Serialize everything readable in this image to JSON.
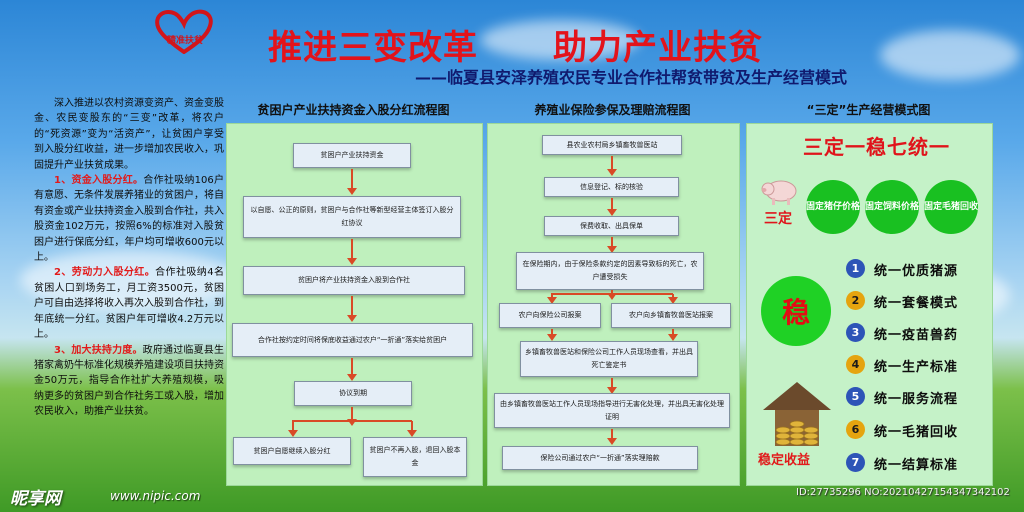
{
  "header": {
    "logo_text": "精准扶贫",
    "title_left": "推进三变改革",
    "title_right": "助力产业扶贫",
    "subtitle": "——临夏县安泽养殖农民专业合作社帮贫带贫及生产经营模式"
  },
  "intro": {
    "p1": "深入推进以农村资源变资产、资金变股金、农民变股东的“三变”改革，将农户的“死资源”变为“活资产”，让贫困户享受到入股分红收益，进一步增加农民收入，巩固提升产业扶贫成果。",
    "p2_head": "1、资金入股分红。",
    "p2": "合作社吸纳106户有意愿、无条件发展养猪业的贫困户，将自有资金或产业扶持资金入股到合作社，共入股资金102万元，按照6%的标准对入股贫困户进行保底分红，年户均可增收600元以上。",
    "p3_head": "2、劳动力入股分红。",
    "p3": "合作社吸纳4名贫困人口到场务工，月工资3500元，贫困户可自由选择将收入再次入股到合作社，到年底统一分红。贫困户年可增收4.2万元以上。",
    "p4_head": "3、加大扶持力度。",
    "p4": "政府通过临夏县生猪家禽奶牛标准化规模养殖建设项目扶持资金50万元，指导合作社扩大养殖规模，吸纳更多的贫困户到合作社务工或入股，增加农民收入，助推产业扶贫。"
  },
  "flow1": {
    "heading": "贫困户产业扶持资金入股分红流程图",
    "steps": [
      "贫困户产业扶持资金",
      "以自愿、公正的原则，贫困户与合作社等新型经营主体签订入股分红协议",
      "贫困户将产业扶持资金入股到合作社",
      "合作社按约定时间将保底收益通过农户“一折通”落实给贫困户",
      "协议到期",
      "贫困户自愿继续入股分红",
      "贫困户不再入股，退回入股本金"
    ]
  },
  "flow2": {
    "heading": "养殖业保险参保及理赔流程图",
    "steps": [
      "县农业农村局乡镇畜牧兽医站",
      "信息登记、标的核验",
      "保费收取、出具保单",
      "在保险期内，由于保险条款约定的因素导致标的死亡，农户遭受损失",
      "农户向保险公司报案",
      "农户向乡镇畜牧兽医站报案",
      "乡镇畜牧兽医站和保险公司工作人员现场查看，并出具死亡鉴定书",
      "由乡镇畜牧兽医站工作人员现场指导进行无害化处理，并出具无害化处理证明",
      "保险公司通过农户“一折通”落实理赔款"
    ]
  },
  "model": {
    "heading": "“三定”生产经营模式图",
    "title": "三定一稳七统一",
    "sanding": "三定",
    "circles": [
      "固定猪仔价格",
      "固定饲料价格",
      "固定毛猪回收"
    ],
    "wen": "稳",
    "house_label": "稳定收益",
    "items": [
      {
        "num": "1",
        "text": "统一优质猪源"
      },
      {
        "num": "2",
        "text": "统一套餐模式"
      },
      {
        "num": "3",
        "text": "统一疫苗兽药"
      },
      {
        "num": "4",
        "text": "统一生产标准"
      },
      {
        "num": "5",
        "text": "统一服务流程"
      },
      {
        "num": "6",
        "text": "统一毛猪回收"
      },
      {
        "num": "7",
        "text": "统一结算标准"
      }
    ]
  },
  "footer": {
    "site_name": "昵享网",
    "url": "www.nipic.com",
    "id_text": "ID:27735296 NO:20210427154347342102"
  },
  "colors": {
    "title_red": "#e3131b",
    "subtitle_blue": "#101a6e",
    "panel_green": "#bff0bd",
    "arrow_red": "#d94a26",
    "circle_green": "#19c021",
    "num_blue": "#2d54b7",
    "num_yellow": "#e5a40f"
  }
}
